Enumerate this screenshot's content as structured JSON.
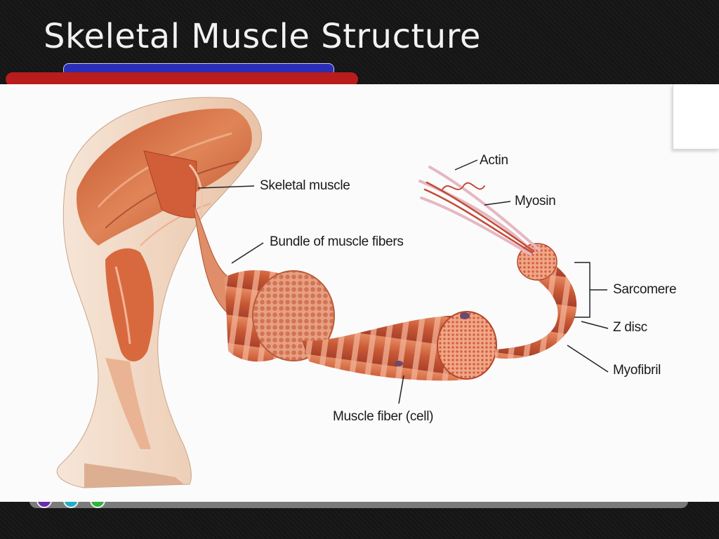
{
  "slide": {
    "title": "Skeletal Muscle Structure"
  },
  "diagram": {
    "labels": {
      "skeletal_muscle": "Skeletal muscle",
      "bundle": "Bundle of muscle fibers",
      "actin": "Actin",
      "myosin": "Myosin",
      "sarcomere": "Sarcomere",
      "z_disc": "Z disc",
      "myofibril": "Myofibril",
      "muscle_fiber": "Muscle fiber (cell)"
    },
    "colors": {
      "muscle": "#d9734a",
      "muscle_dark": "#b24a2a",
      "muscle_light": "#f0a782",
      "skin": "#f3d9c6",
      "accent_red": "#b81c1c",
      "accent_blue": "#2b2fb8"
    }
  }
}
